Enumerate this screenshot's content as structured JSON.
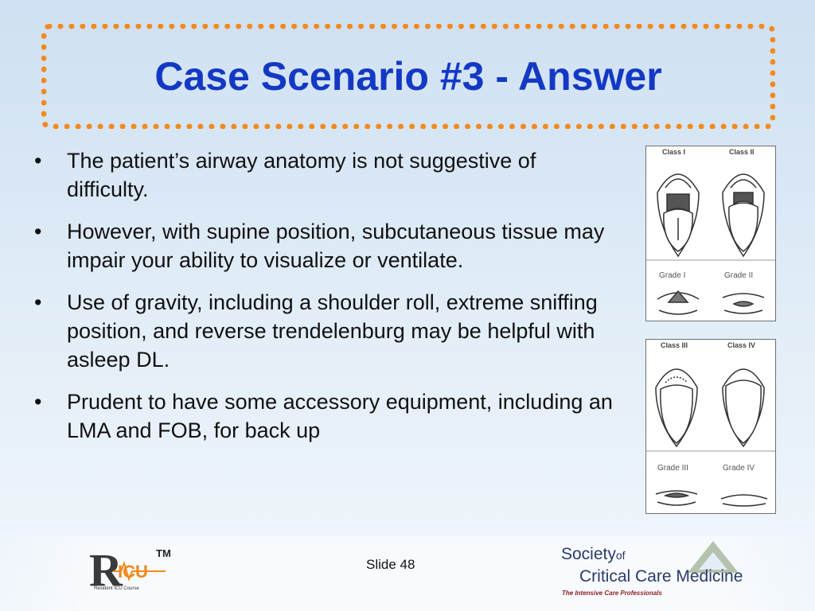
{
  "slide": {
    "title": "Case Scenario #3 - Answer",
    "bullet_char": "•",
    "bullets": [
      "The patient’s airway anatomy  is not suggestive of difficulty.",
      "However, with supine position, subcutaneous tissue may impair your ability to visualize or ventilate.",
      "Use of gravity, including a shoulder roll, extreme sniffing position, and reverse trendelenburg may be helpful with asleep DL.",
      "Prudent to have some accessory equipment, including an LMA and FOB, for back up"
    ],
    "footer": {
      "slide_number": "Slide 48"
    }
  },
  "figures": {
    "top": {
      "class_labels": [
        "Class I",
        "Class II"
      ],
      "grade_labels": [
        "Grade I",
        "Grade II"
      ]
    },
    "bottom": {
      "class_labels": [
        "Class III",
        "Class IV"
      ],
      "grade_labels": [
        "Grade III",
        "Grade IV"
      ]
    }
  },
  "logos": {
    "left": {
      "mark": "R",
      "middle": "ICU",
      "tm": "TM",
      "subtitle": "Resident ICU Course"
    },
    "right": {
      "line1": "Society",
      "of": "of",
      "line2": "Critical Care Medicine",
      "tagline": "The Intensive Care Professionals"
    }
  },
  "colors": {
    "title": "#1339c4",
    "frame_dots": "#f28a1e",
    "background_top": "#cfe0f2",
    "text": "#111111"
  }
}
